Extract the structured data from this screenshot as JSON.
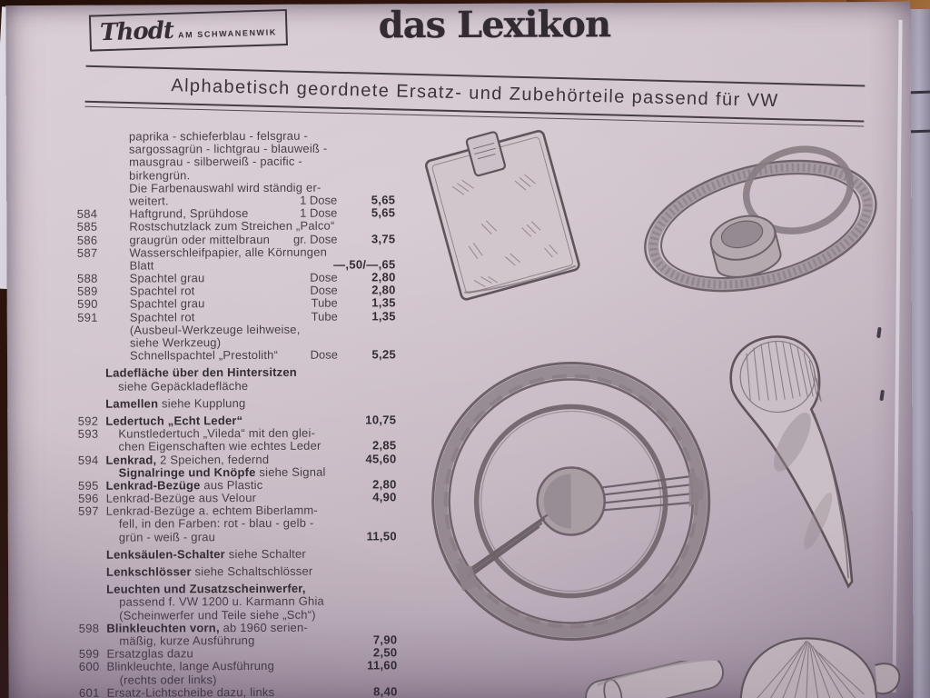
{
  "scene": {
    "colors": {
      "table": "#2b140a",
      "wood": "#a26b3a",
      "paper": "#cfc2cb",
      "paper2": "#a394a4",
      "ink": "#473f48",
      "ink-bold": "#322c34",
      "sketch": "#6d6269"
    }
  },
  "header": {
    "logo_brand": "Thodt",
    "logo_suffix": "AM SCHWANENWIK",
    "title": "das Lexikon",
    "subtitle": "Alphabetisch geordnete Ersatz- und Zubehörteile passend für VW"
  },
  "catalog": {
    "rows": [
      {
        "indent": 2,
        "text": "paprika - schieferblau - felsgrau -"
      },
      {
        "indent": 2,
        "text": "sargossagrün - lichtgrau - blauweiß -"
      },
      {
        "indent": 2,
        "text": "mausgrau - silberweiß - pacific -"
      },
      {
        "indent": 2,
        "text": "birkengrün."
      },
      {
        "indent": 2,
        "text": "Die Farbenauswahl wird ständig er-"
      },
      {
        "indent": 2,
        "text": "weitert.",
        "unit": "1 Dose",
        "price": "5,65"
      },
      {
        "num": "584",
        "indent": 2,
        "text": "Haftgrund, Sprühdose",
        "unit": "1 Dose",
        "price": "5,65"
      },
      {
        "num": "585",
        "indent": 2,
        "text": "Rostschutzlack zum Streichen „Palco“"
      },
      {
        "num": "586",
        "indent": 2,
        "text": "graugrün oder mittelbraun",
        "unit": "gr. Dose",
        "price": "3,75"
      },
      {
        "num": "587",
        "indent": 2,
        "text": "Wasserschleifpapier, alle Körnungen"
      },
      {
        "indent": 2,
        "text": "Blatt",
        "price": "—,50/—,65"
      },
      {
        "num": "588",
        "indent": 2,
        "text": "Spachtel grau",
        "unit": "Dose",
        "price": "2,80"
      },
      {
        "num": "589",
        "indent": 2,
        "text": "Spachtel rot",
        "unit": "Dose",
        "price": "2,80"
      },
      {
        "num": "590",
        "indent": 2,
        "text": "Spachtel grau",
        "unit": "Tube",
        "price": "1,35"
      },
      {
        "num": "591",
        "indent": 2,
        "text": "Spachtel rot",
        "unit": "Tube",
        "price": "1,35"
      },
      {
        "indent": 2,
        "text": "(Ausbeul-Werkzeuge leihweise,"
      },
      {
        "indent": 2,
        "text": "siehe Werkzeug)"
      },
      {
        "indent": 2,
        "text": "Schnellspachtel „Prestolith“",
        "unit": "Dose",
        "price": "5,25"
      },
      {
        "gap": true,
        "indent": 0,
        "lead": "Ladefläche über den Hintersitzen"
      },
      {
        "indent": 1,
        "text": "siehe Gepäckladefläche"
      },
      {
        "gap": true,
        "indent": 0,
        "lead": "Lamellen",
        "text": " siehe Kupplung"
      },
      {
        "gap": true,
        "num": "592",
        "indent": 0,
        "lead": "Ledertuch „Echt Leder“",
        "price": "10,75"
      },
      {
        "num": "593",
        "indent": 1,
        "text": "Kunstledertuch „Vileda“ mit den glei-"
      },
      {
        "indent": 1,
        "text": "chen Eigenschaften wie echtes Leder",
        "price": "2,85"
      },
      {
        "num": "594",
        "indent": 0,
        "lead": "Lenkrad,",
        "text": " 2 Speichen, federnd",
        "price": "45,60"
      },
      {
        "indent": 1,
        "lead": "Signalringe und Knöpfe",
        "text": " siehe Signal"
      },
      {
        "num": "595",
        "indent": 0,
        "lead": "Lenkrad-Bezüge",
        "text": " aus Plastic",
        "price": "2,80"
      },
      {
        "num": "596",
        "indent": 0,
        "text": "Lenkrad-Bezüge aus Velour",
        "price": "4,90"
      },
      {
        "num": "597",
        "indent": 0,
        "text": "Lenkrad-Bezüge a. echtem Biberlamm-"
      },
      {
        "indent": 1,
        "text": "fell, in den Farben: rot - blau - gelb -"
      },
      {
        "indent": 1,
        "text": "grün - weiß - grau",
        "price": "11,50"
      },
      {
        "gap": true,
        "indent": 0,
        "lead": "Lenksäulen-Schalter",
        "text": " siehe Schalter"
      },
      {
        "gap": true,
        "indent": 0,
        "lead": "Lenkschlösser",
        "text": " siehe Schaltschlösser"
      },
      {
        "gap": true,
        "indent": 0,
        "lead": "Leuchten und Zusatzscheinwerfer,"
      },
      {
        "indent": 1,
        "text": "passend f. VW 1200 u. Karmann Ghia"
      },
      {
        "indent": 1,
        "text": "(Scheinwerfer und Teile siehe „Sch“)"
      },
      {
        "num": "598",
        "indent": 0,
        "lead": "Blinkleuchten vorn,",
        "text": " ab 1960 serien-"
      },
      {
        "indent": 1,
        "text": "mäßig, kurze Ausführung",
        "price": "7,90"
      },
      {
        "num": "599",
        "indent": 0,
        "text": "Ersatzglas dazu",
        "price": "2,50"
      },
      {
        "num": "600",
        "indent": 0,
        "text": "Blinkleuchte, lange Ausführung",
        "price": "11,60"
      },
      {
        "indent": 1,
        "text": "(rechts oder links)"
      },
      {
        "num": "601",
        "indent": 0,
        "text": "Ersatz-Lichtscheibe dazu, links",
        "price": "8,40"
      }
    ]
  }
}
